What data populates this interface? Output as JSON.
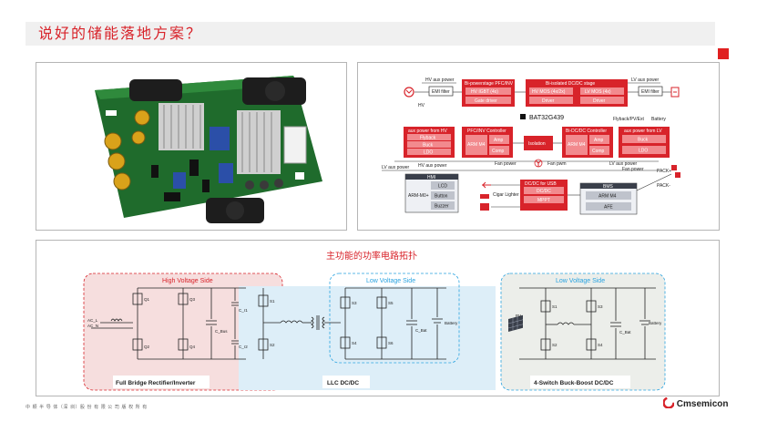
{
  "page": {
    "title": "说好的储能落地方案？",
    "footer": "中 颖 半 导 体（深 圳）股 份 有 限 公 司 版 权 所 有",
    "logo_text": "Cmsemicon",
    "accent": "#d8232a"
  },
  "block_diagram": {
    "hv_aux_power": "HV aux power",
    "emi_filter": "EMI filter",
    "emi_filter_right": "EMI filter",
    "hv": "HV",
    "lv_aux_power": "LV aux power",
    "pfc_inv_title": "Bi-powerstage PFC/INV",
    "pfc_inv_items": [
      "HV IGBT (4x)",
      "Gate driver"
    ],
    "dcdc_title": "Bi-isolated DC/DC stage",
    "dcdc_left": [
      "HV MOS (4x/2x)",
      "Driver"
    ],
    "dcdc_right": [
      "LV MOS (4x)",
      "Driver"
    ],
    "chip": "BAT32G439",
    "flyback_pv_ext": "Flyback/PV/Ext",
    "battery": "Battery",
    "aux_hv_title": "aux power from HV",
    "aux_hv_items": [
      "Flyback",
      "Buck",
      "LDO"
    ],
    "pfc_ctrl_title": "PFC/INV Controller",
    "pfc_ctrl_items": [
      "ARM M4",
      "Amp",
      "Comp"
    ],
    "isolation": "Isolation",
    "bi_dcdc_ctrl_title": "Bi-DC/DC Controller",
    "bi_dcdc_ctrl_items": [
      "ARM M4",
      "Amp",
      "Comp"
    ],
    "aux_lv_title": "aux power from LV",
    "aux_lv_items": [
      "Buck",
      "LDO"
    ],
    "hv_aux_power2": "HV aux power",
    "fan_power": "Fan power",
    "fan_pwm": "Fan pwm",
    "lv_aux_power2": "LV aux power",
    "lv_aux_power3": "LV aux power",
    "fan_power2": "Fan power",
    "pack_plus": "PACK+",
    "pack_minus": "PACK-",
    "hmi_title": "HMI",
    "hmi_mcu": "ARM-M0+",
    "hmi_items": [
      "LCD",
      "Button",
      "Buzzer"
    ],
    "dcdc_usb": "DC/DC for USB",
    "dcdc": "DC/DC",
    "mppt": "MPPT",
    "cigar_lighter": "Cigar Lighter",
    "bms_title": "BMS",
    "bms_items": [
      "ARM M4",
      "AFE"
    ]
  },
  "schematic": {
    "heading": "主功能的功率电路拓扑",
    "high_voltage_side": "High Voltage Side",
    "low_voltage_side": "Low Voltage Side",
    "low_voltage_side2": "Low Voltage Side",
    "label_full_bridge": "Full Bridge Rectifier/Inverter",
    "label_llc": "LLC DC/DC",
    "label_buck_boost": "4-Switch Buck-Boost DC/DC",
    "ac_l": "AC_L",
    "ac_n": "AC_N",
    "c_bus": "C_Bus",
    "c_r1": "C_r1",
    "c_r2": "C_r2",
    "c_bat": "C_Bat",
    "c_bat2": "C_Bat",
    "battery": "Battery",
    "battery2": "Battery",
    "pv": "PV",
    "q_labels": [
      "Q1",
      "Q2",
      "Q3",
      "Q4"
    ],
    "s_labels": [
      "S1",
      "S2",
      "S3",
      "S4",
      "S5",
      "S6"
    ],
    "bb_labels": [
      "S1",
      "S2",
      "S3",
      "S4"
    ]
  }
}
